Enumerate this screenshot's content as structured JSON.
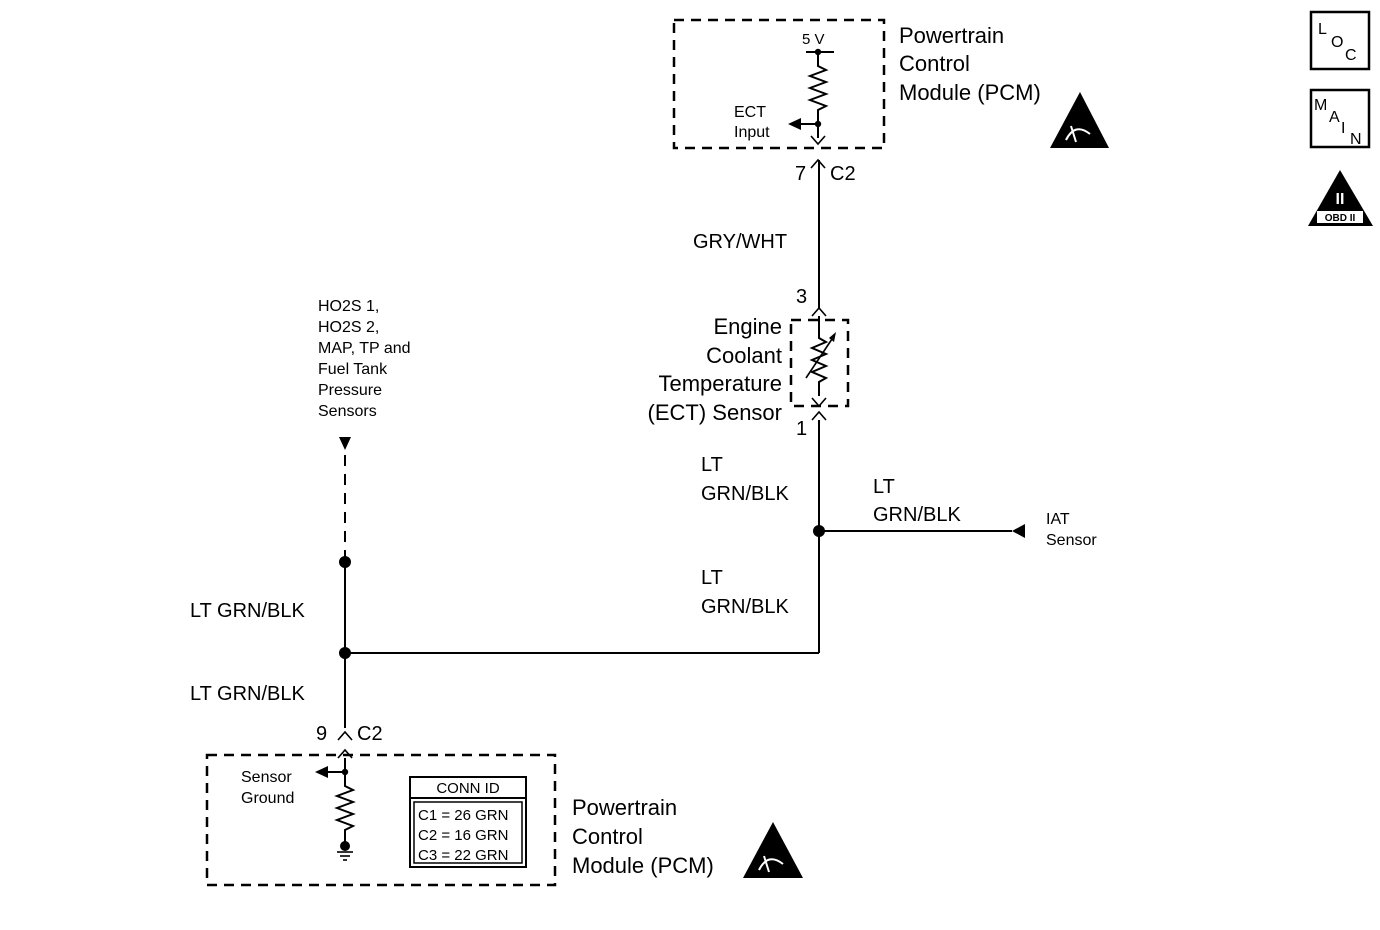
{
  "pcm_top": {
    "title_lines": [
      "Powertrain",
      "Control",
      "Module (PCM)"
    ],
    "voltage": "5 V",
    "input_label_lines": [
      "ECT",
      "Input"
    ]
  },
  "connector_top": {
    "pin": "7",
    "connector": "C2"
  },
  "wire_gry_wht": "GRY/WHT",
  "ect_sensor": {
    "pin_top": "3",
    "pin_bottom": "1",
    "name_lines": [
      "Engine",
      "Coolant",
      "Temperature",
      "(ECT) Sensor"
    ]
  },
  "wire_upper_right": [
    "LT",
    "GRN/BLK"
  ],
  "wire_iat": [
    "LT",
    "GRN/BLK"
  ],
  "iat_label_lines": [
    "IAT",
    "Sensor"
  ],
  "wire_lower_right": [
    "LT",
    "GRN/BLK"
  ],
  "other_sensors_lines": [
    "HO2S 1,",
    "HO2S 2,",
    "MAP, TP and",
    "Fuel Tank",
    "Pressure",
    "Sensors"
  ],
  "wire_left_upper": "LT GRN/BLK",
  "wire_left_lower": "LT GRN/BLK",
  "connector_bottom": {
    "pin": "9",
    "connector": "C2"
  },
  "pcm_bottom": {
    "title_lines": [
      "Powertrain",
      "Control",
      "Module (PCM)"
    ],
    "ground_label_lines": [
      "Sensor",
      "Ground"
    ],
    "conn_id": {
      "header": "CONN ID",
      "rows": [
        "C1 = 26 GRN",
        "C2 = 16 GRN",
        "C3 = 22 GRN"
      ]
    }
  },
  "side_icons": {
    "loc": [
      "L",
      "O",
      "C"
    ],
    "main": [
      "M",
      "A",
      "I",
      "N"
    ],
    "obd": {
      "numeral": "II",
      "label": "OBD II"
    }
  }
}
